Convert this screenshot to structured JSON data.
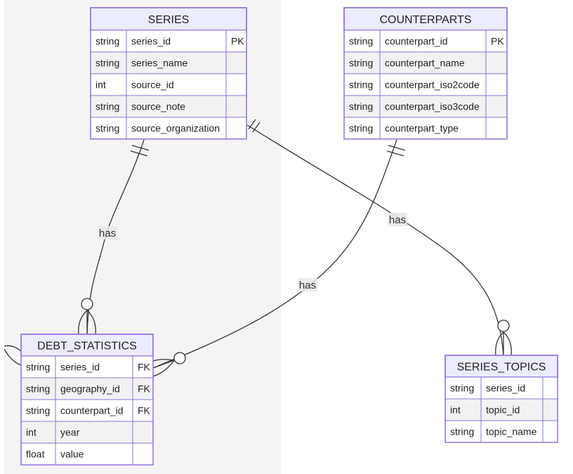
{
  "colors": {
    "header_fill": "#ececff",
    "border": "#9370db",
    "row_odd": "#ffffff",
    "row_even": "#f2f2f2",
    "line": "#333333",
    "label_bg": "#e8e8e8",
    "side_panel": "#f4f4f4"
  },
  "entities": [
    {
      "id": "series",
      "name": "SERIES",
      "attributes": [
        {
          "type": "string",
          "name": "series_id",
          "key": "PK"
        },
        {
          "type": "string",
          "name": "series_name",
          "key": ""
        },
        {
          "type": "int",
          "name": "source_id",
          "key": ""
        },
        {
          "type": "string",
          "name": "source_note",
          "key": ""
        },
        {
          "type": "string",
          "name": "source_organization",
          "key": ""
        }
      ]
    },
    {
      "id": "counterparts",
      "name": "COUNTERPARTS",
      "attributes": [
        {
          "type": "string",
          "name": "counterpart_id",
          "key": "PK"
        },
        {
          "type": "string",
          "name": "counterpart_name",
          "key": ""
        },
        {
          "type": "string",
          "name": "counterpart_iso2code",
          "key": ""
        },
        {
          "type": "string",
          "name": "counterpart_iso3code",
          "key": ""
        },
        {
          "type": "string",
          "name": "counterpart_type",
          "key": ""
        }
      ]
    },
    {
      "id": "debt_statistics",
      "name": "DEBT_STATISTICS",
      "attributes": [
        {
          "type": "string",
          "name": "series_id",
          "key": "FK"
        },
        {
          "type": "string",
          "name": "geography_id",
          "key": "FK"
        },
        {
          "type": "string",
          "name": "counterpart_id",
          "key": "FK"
        },
        {
          "type": "int",
          "name": "year",
          "key": ""
        },
        {
          "type": "float",
          "name": "value",
          "key": ""
        }
      ]
    },
    {
      "id": "series_topics",
      "name": "SERIES_TOPICS",
      "attributes": [
        {
          "type": "string",
          "name": "series_id",
          "key": ""
        },
        {
          "type": "int",
          "name": "topic_id",
          "key": ""
        },
        {
          "type": "string",
          "name": "topic_name",
          "key": ""
        }
      ]
    }
  ],
  "relationships": [
    {
      "from": "series",
      "to": "debt_statistics",
      "label": "has",
      "from_card": "exactly-one",
      "to_card": "zero-or-many"
    },
    {
      "from": "counterparts",
      "to": "debt_statistics",
      "label": "has",
      "from_card": "exactly-one",
      "to_card": "zero-or-many"
    },
    {
      "from": "series",
      "to": "series_topics",
      "label": "has",
      "from_card": "exactly-one",
      "to_card": "zero-or-many"
    }
  ]
}
